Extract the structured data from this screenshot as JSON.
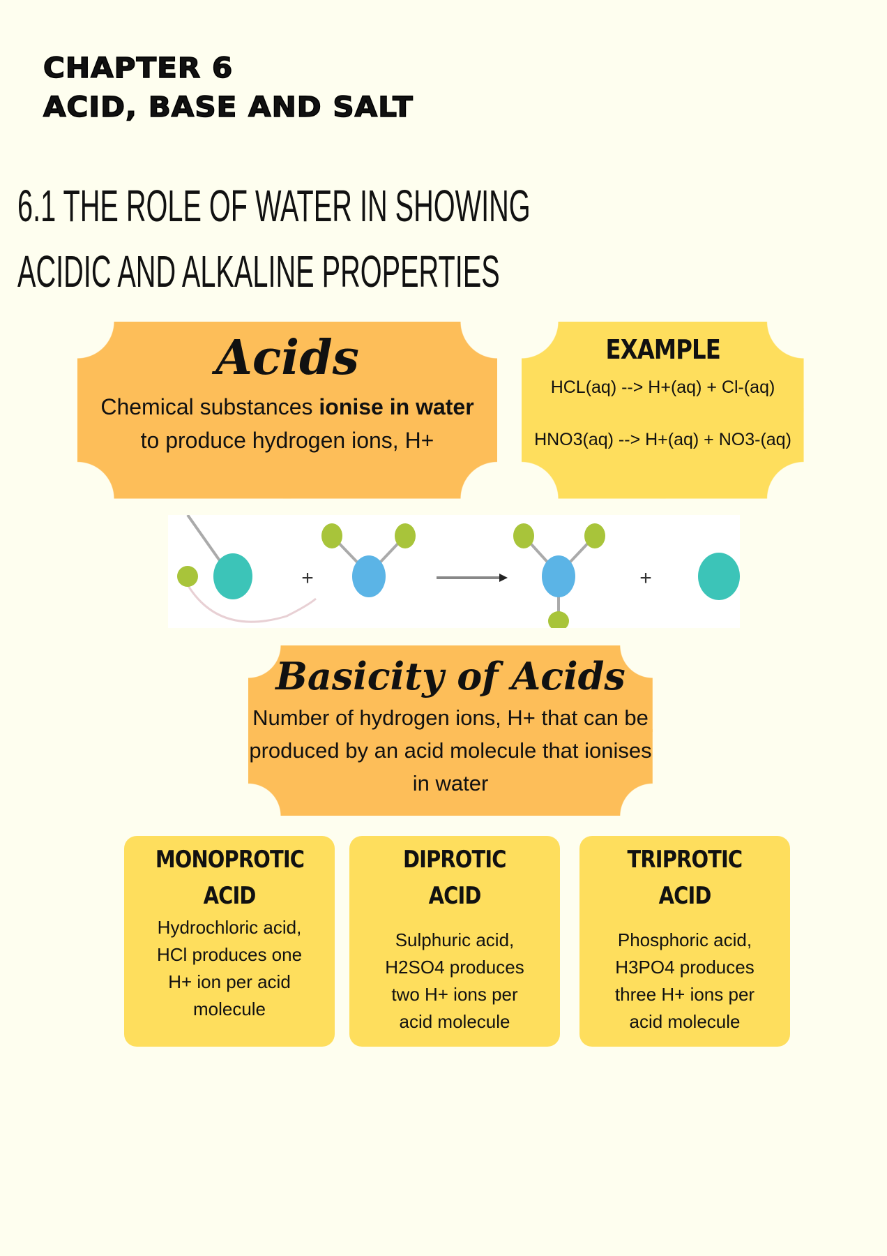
{
  "header": {
    "chapter": "CHAPTER 6",
    "title": "ACID, BASE AND SALT"
  },
  "section": {
    "line1": "6.1 THE ROLE OF WATER IN SHOWING",
    "line2": "ACIDIC AND ALKALINE PROPERTIES"
  },
  "acids": {
    "title": "Acids",
    "text_pre": "Chemical substances ",
    "text_bold": "ionise in water",
    "text_post": "to produce hydrogen ions, H+"
  },
  "example": {
    "title": "EXAMPLE",
    "eq1": "HCL(aq) --> H+(aq) + Cl-(aq)",
    "eq2": "HNO3(aq) --> H+(aq) + NO3-(aq)"
  },
  "diagram": {
    "plus": "+",
    "colors": {
      "hydrogen": "#A8C43A",
      "chlorine": "#3CC4B8",
      "oxygen": "#5BB4E6"
    }
  },
  "basicity": {
    "title": "Basicity of Acids",
    "text": "Number of hydrogen ions, H+ that can be produced by an acid molecule that ionises in water"
  },
  "cards": [
    {
      "title1": "MONOPROTIC",
      "title2": "ACID",
      "text": "Hydrochloric acid, HCl produces one H+ ion per acid molecule"
    },
    {
      "title1": "DIPROTIC",
      "title2": "ACID",
      "text": "Sulphuric acid, H2SO4 produces two H+ ions per acid molecule"
    },
    {
      "title1": "TRIPROTIC",
      "title2": "ACID",
      "text": "Phosphoric acid, H3PO4 produces three H+ ions per acid molecule"
    }
  ],
  "colors": {
    "background": "#FEFEEF",
    "orange": "#FDBE59",
    "yellow": "#FEDE5D"
  }
}
